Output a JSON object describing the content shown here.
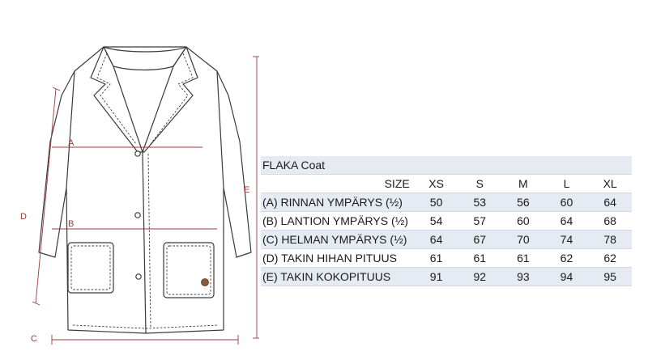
{
  "diagram": {
    "labels": {
      "a": "A",
      "b": "B",
      "c": "C",
      "d": "D",
      "e": "E"
    },
    "colors": {
      "dimension": "#9b3b3b",
      "outline": "#3a3a3a",
      "badge": "#8a5a3a"
    }
  },
  "table": {
    "title": "FLAKA Coat",
    "size_label": "SIZE",
    "sizes": [
      "XS",
      "S",
      "M",
      "L",
      "XL"
    ],
    "rows": [
      {
        "label": "(A) RINNAN YMPÄRYS (½)",
        "values": [
          "50",
          "53",
          "56",
          "60",
          "64"
        ]
      },
      {
        "label": "(B) LANTION YMPÄRYS (½)",
        "values": [
          "54",
          "57",
          "60",
          "64",
          "68"
        ]
      },
      {
        "label": "(C) HELMAN YMPÄRYS (½)",
        "values": [
          "64",
          "67",
          "70",
          "74",
          "78"
        ]
      },
      {
        "label": "(D) TAKIN HIHAN PITUUS",
        "values": [
          "61",
          "61",
          "61",
          "62",
          "62"
        ]
      },
      {
        "label": "(E) TAKIN KOKOPITUUS",
        "values": [
          "91",
          "92",
          "93",
          "94",
          "95"
        ]
      }
    ]
  }
}
